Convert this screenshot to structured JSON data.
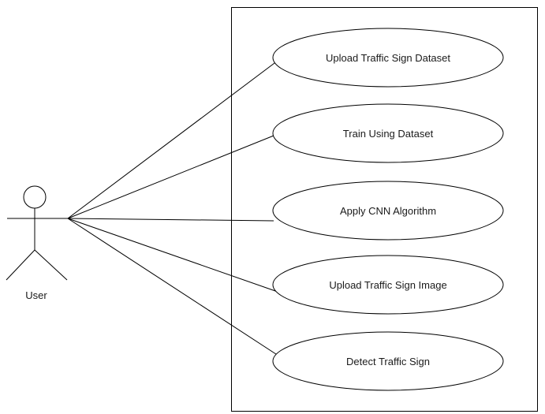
{
  "actor": {
    "label": "User"
  },
  "use_cases": [
    {
      "label": "Upload Traffic Sign Dataset"
    },
    {
      "label": "Train Using Dataset"
    },
    {
      "label": "Apply CNN Algorithm"
    },
    {
      "label": "Upload Traffic Sign Image"
    },
    {
      "label": "Detect Traffic Sign"
    }
  ]
}
